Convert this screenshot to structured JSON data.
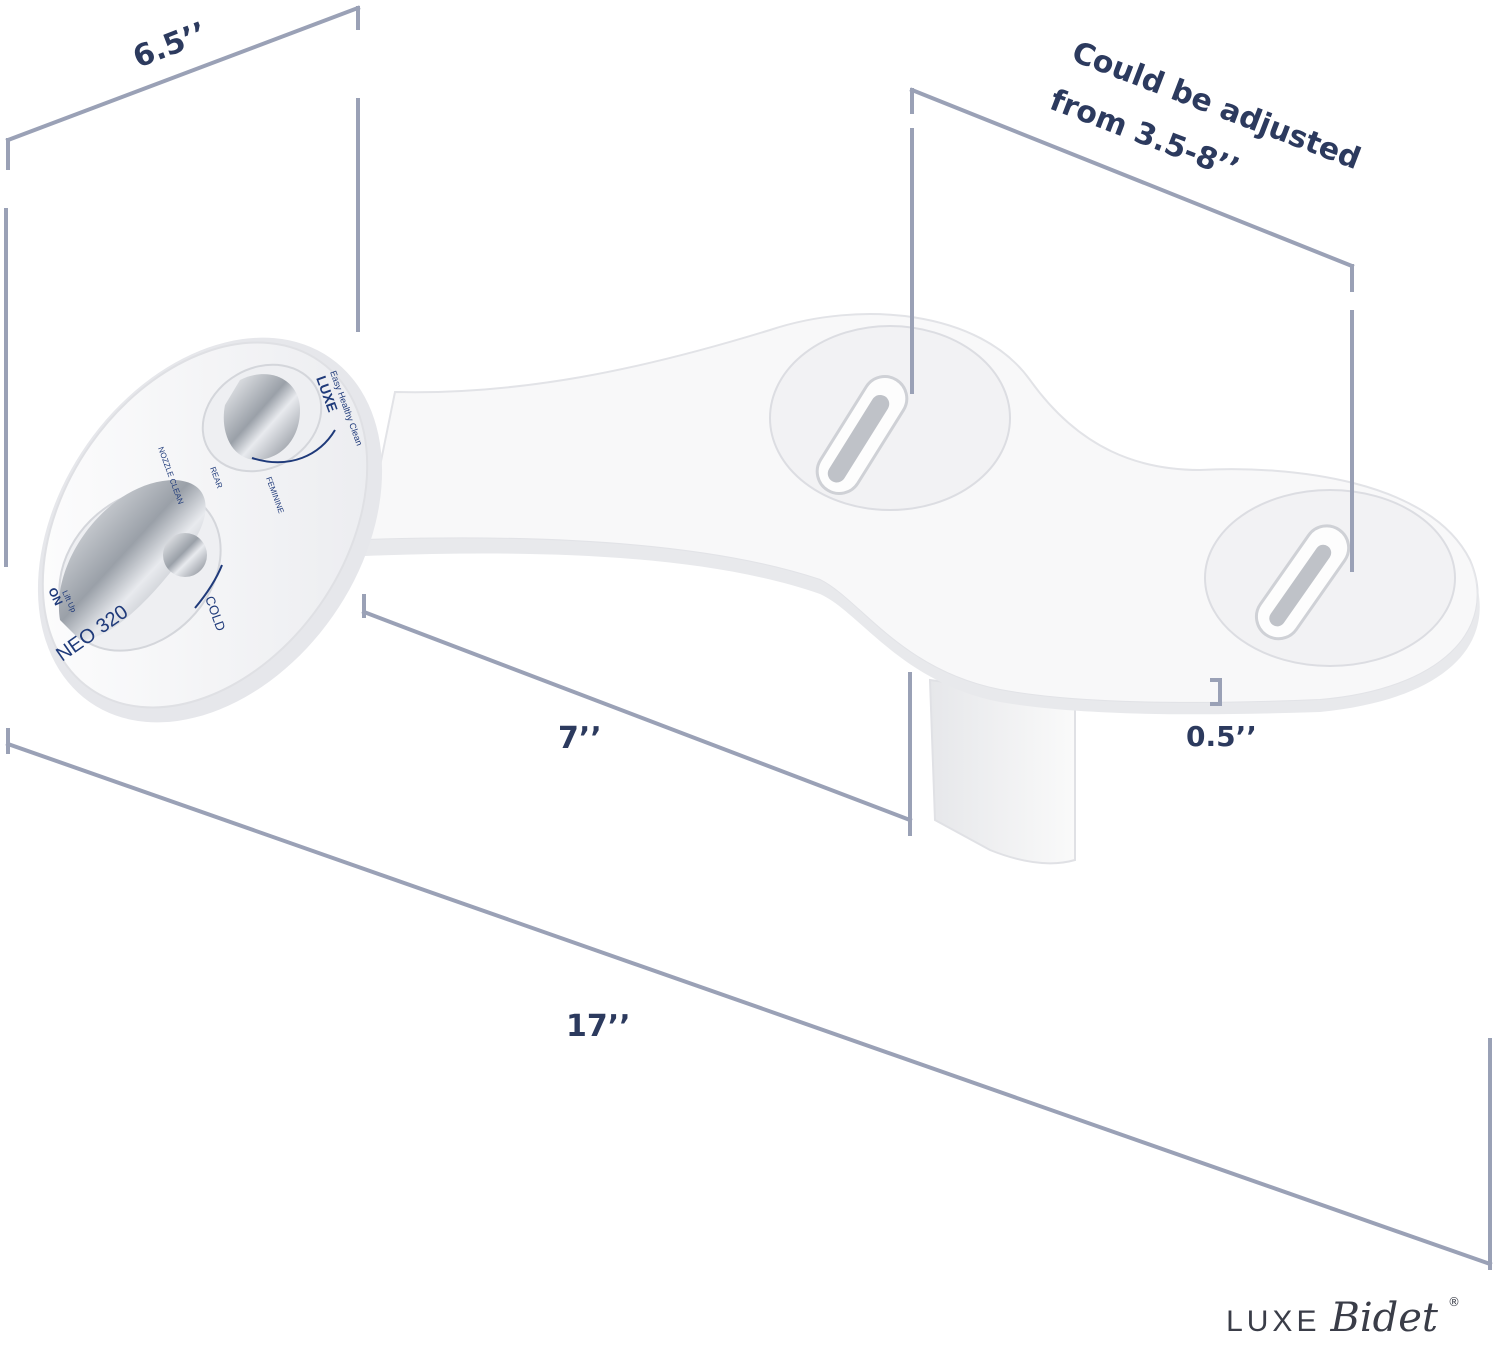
{
  "dimensions": {
    "width": "6.5’’",
    "mount_adjust": [
      "Could be adjusted",
      "from 3.5-8’’"
    ],
    "arm_length": "7’’",
    "thickness": "0.5’’",
    "total_length": "17’’"
  },
  "device_labels": {
    "model": "NEO 320",
    "brand": "LUXE",
    "tagline": "Easy Healthy Clean",
    "cold": "COLD",
    "on": "ON",
    "lift": "Lift Up",
    "feminine": "FEMININE",
    "rear": "REAR",
    "nozzle_clean": "NOZZLE CLEAN"
  },
  "brand_logo": {
    "word": "LUXE",
    "script": "Bidet",
    "reg": "®"
  },
  "colors": {
    "dimension_line": "#9aa1b6",
    "dimension_text": "#2c3a5e",
    "device_body": "#f7f7f8",
    "chrome": "#c9ccd2",
    "accent_blue": "#1f3a7a"
  }
}
